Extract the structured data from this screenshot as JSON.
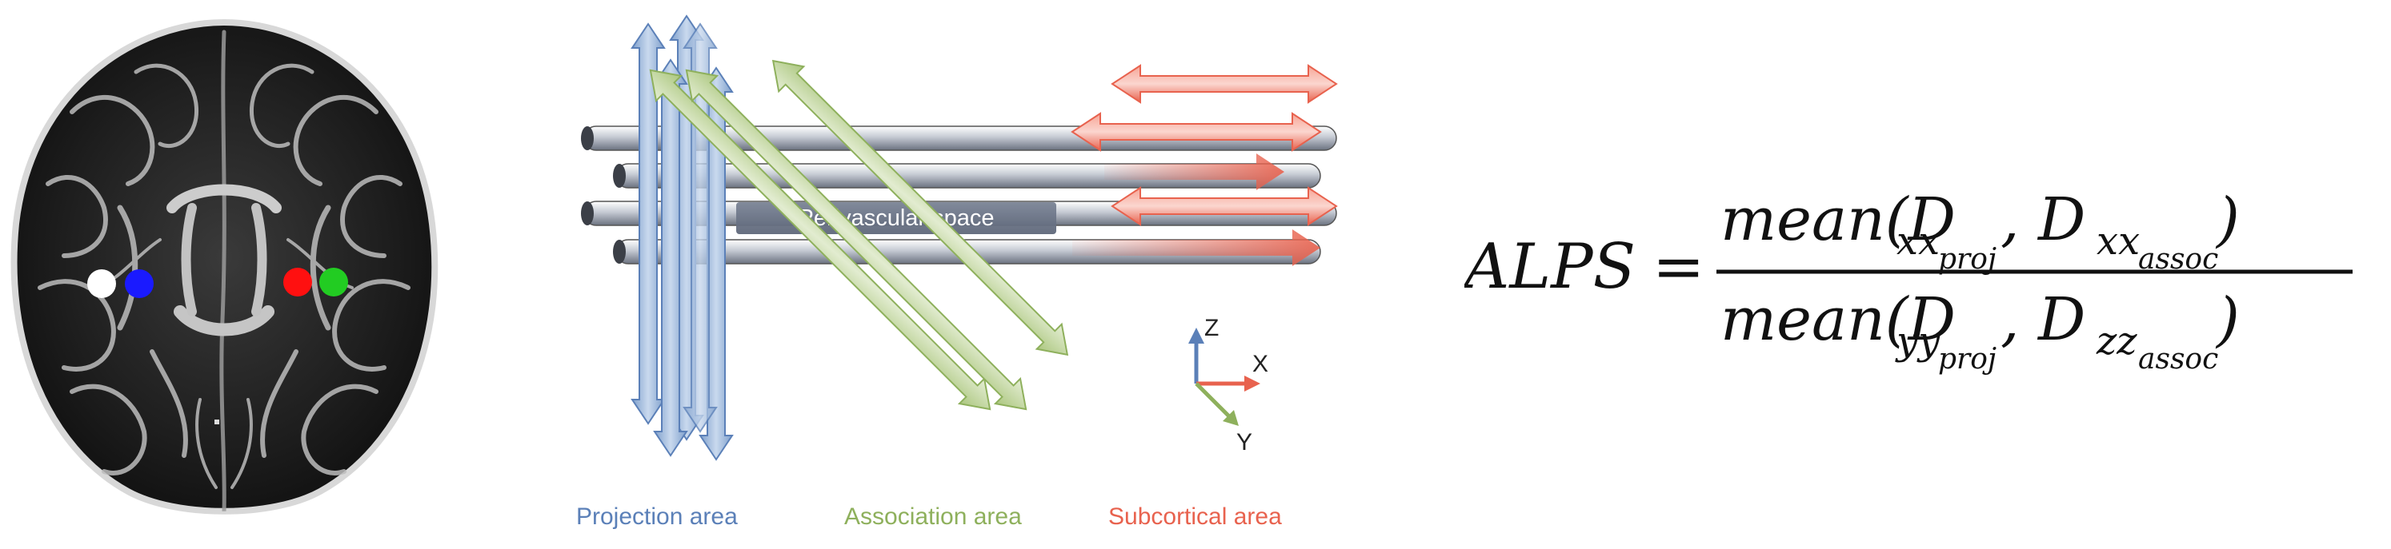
{
  "diagram": {
    "pvs_label": "Perivascular space",
    "axes": {
      "z": "Z",
      "x": "X",
      "y": "Y"
    },
    "areas": [
      {
        "label": "Projection area",
        "color": "#5b80b8"
      },
      {
        "label": "Association area",
        "color": "#8eb05c"
      },
      {
        "label": "Subcortical area",
        "color": "#e8624e"
      }
    ]
  },
  "brain": {
    "rois": [
      {
        "color": "#ffffff"
      },
      {
        "color": "#1a1aff"
      },
      {
        "color": "#ff1010"
      },
      {
        "color": "#22cc22"
      }
    ]
  },
  "formula": {
    "lhs": "ALPS",
    "equals": "=",
    "num_prefix": "mean(D",
    "num_sub1": "xx",
    "num_subsub1": "proj",
    "num_comma": ", D",
    "num_sub2": "xx",
    "num_subsub2": "assoc",
    "num_close": ")",
    "den_prefix": "mean(D",
    "den_sub1": "yy",
    "den_subsub1": "proj",
    "den_comma": ", D",
    "den_sub2": "zz",
    "den_subsub2": "assoc",
    "den_close": ")"
  }
}
